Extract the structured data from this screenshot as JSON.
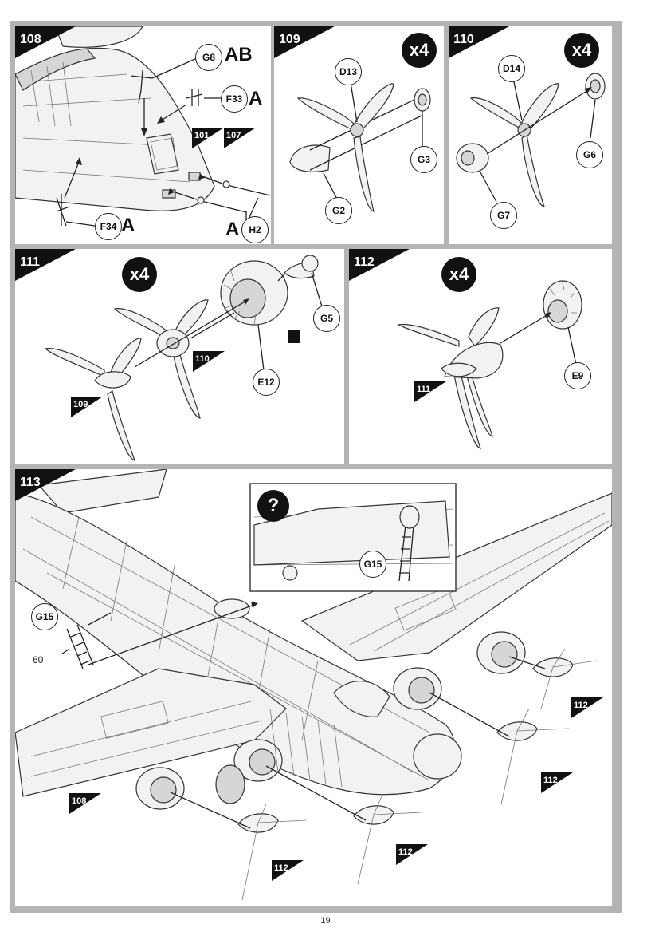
{
  "page_number": "19",
  "steps": [
    {
      "number": "108",
      "callouts": [
        "G8",
        "F33",
        "F34",
        "H2"
      ],
      "letters": [
        "AB",
        "A",
        "A",
        "A"
      ],
      "refs": [
        "101",
        "107"
      ]
    },
    {
      "number": "109",
      "quantity": "x4",
      "callouts": [
        "D13",
        "G3",
        "G2"
      ]
    },
    {
      "number": "110",
      "quantity": "x4",
      "callouts": [
        "D14",
        "G6",
        "G7"
      ]
    },
    {
      "number": "111",
      "quantity": "x4",
      "callouts": [
        "G5",
        "E12"
      ],
      "refs": [
        "110",
        "109"
      ]
    },
    {
      "number": "112",
      "quantity": "x4",
      "callouts": [
        "E9"
      ],
      "refs": [
        "111"
      ]
    },
    {
      "number": "113",
      "callouts": [
        "G15",
        "G15"
      ],
      "label_60": "60",
      "inset_icon": "question-icon",
      "refs": [
        "108",
        "112",
        "112",
        "112",
        "112"
      ]
    }
  ]
}
